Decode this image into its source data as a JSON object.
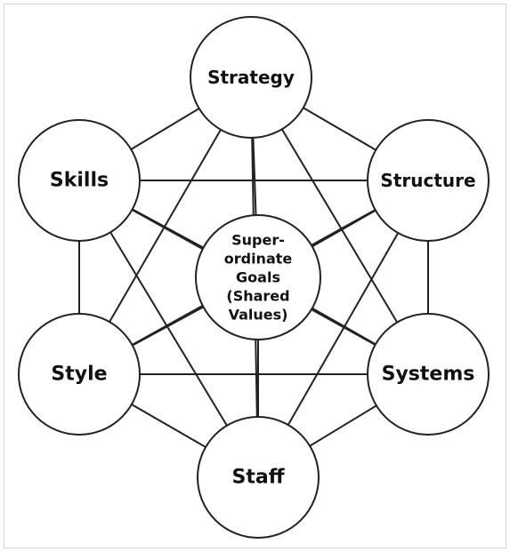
{
  "nodes": [
    {
      "id": "strategy",
      "lines": [
        "Strategy"
      ]
    },
    {
      "id": "structure",
      "lines": [
        "Structure"
      ]
    },
    {
      "id": "systems",
      "lines": [
        "Systems"
      ]
    },
    {
      "id": "staff",
      "lines": [
        "Staff"
      ]
    },
    {
      "id": "style",
      "lines": [
        "Style"
      ]
    },
    {
      "id": "skills",
      "lines": [
        "Skills"
      ]
    },
    {
      "id": "shared-values",
      "lines": [
        "Super-",
        "ordinate",
        "Goals",
        "(Shared",
        "Values)"
      ]
    }
  ],
  "edges": [
    [
      "strategy",
      "structure"
    ],
    [
      "strategy",
      "systems"
    ],
    [
      "strategy",
      "staff"
    ],
    [
      "strategy",
      "style"
    ],
    [
      "strategy",
      "skills"
    ],
    [
      "strategy",
      "shared-values"
    ],
    [
      "structure",
      "systems"
    ],
    [
      "structure",
      "staff"
    ],
    [
      "structure",
      "style"
    ],
    [
      "structure",
      "skills"
    ],
    [
      "structure",
      "shared-values"
    ],
    [
      "systems",
      "staff"
    ],
    [
      "systems",
      "style"
    ],
    [
      "systems",
      "skills"
    ],
    [
      "systems",
      "shared-values"
    ],
    [
      "staff",
      "style"
    ],
    [
      "staff",
      "skills"
    ],
    [
      "staff",
      "shared-values"
    ],
    [
      "style",
      "skills"
    ],
    [
      "style",
      "shared-values"
    ],
    [
      "skills",
      "shared-values"
    ]
  ]
}
